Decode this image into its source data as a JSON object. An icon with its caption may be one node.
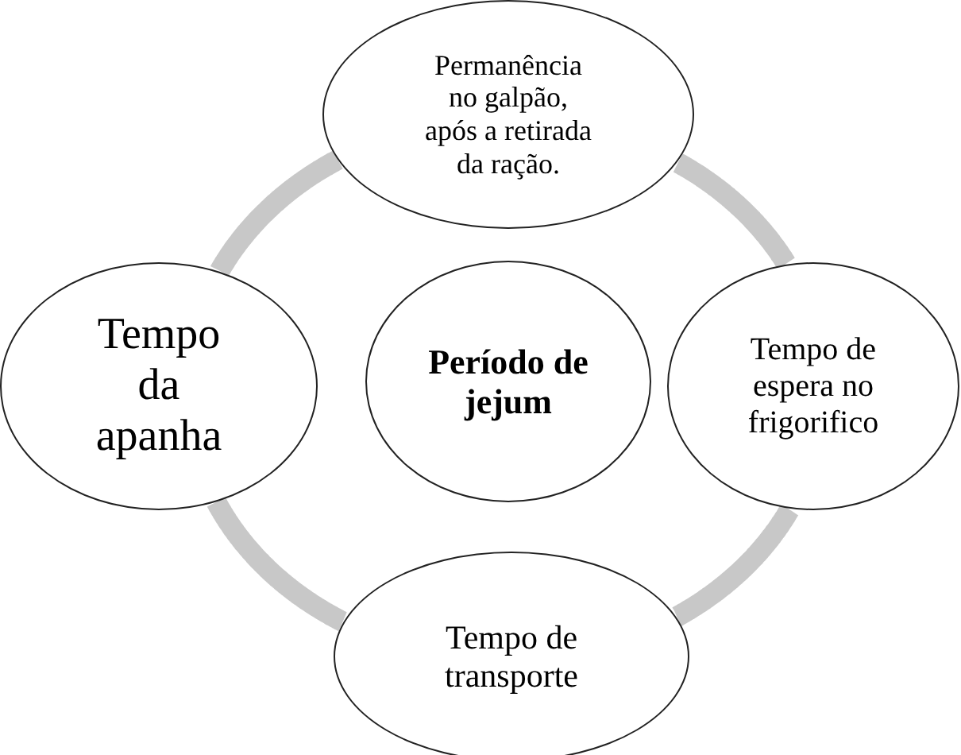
{
  "diagram": {
    "nodes": [
      {
        "text": [
          "Permanência no galpão, após a retirada da ração."
        ]
      },
      {
        "text": [
          "Tempo da apanha"
        ]
      },
      {
        "text": [
          "Período de jejum"
        ]
      },
      {
        "text": [
          "Tempo de espera no frigorifico"
        ]
      },
      {
        "text": [
          "Tempo de transporte"
        ]
      }
    ],
    "edges": [
      {
        "from": 0,
        "to": 3,
        "arrow": "none"
      },
      {
        "from": 3,
        "to": 4,
        "arrow": "none"
      },
      {
        "from": 4,
        "to": 1,
        "arrow": "none"
      },
      {
        "from": 1,
        "to": 0,
        "arrow": "none"
      }
    ]
  }
}
